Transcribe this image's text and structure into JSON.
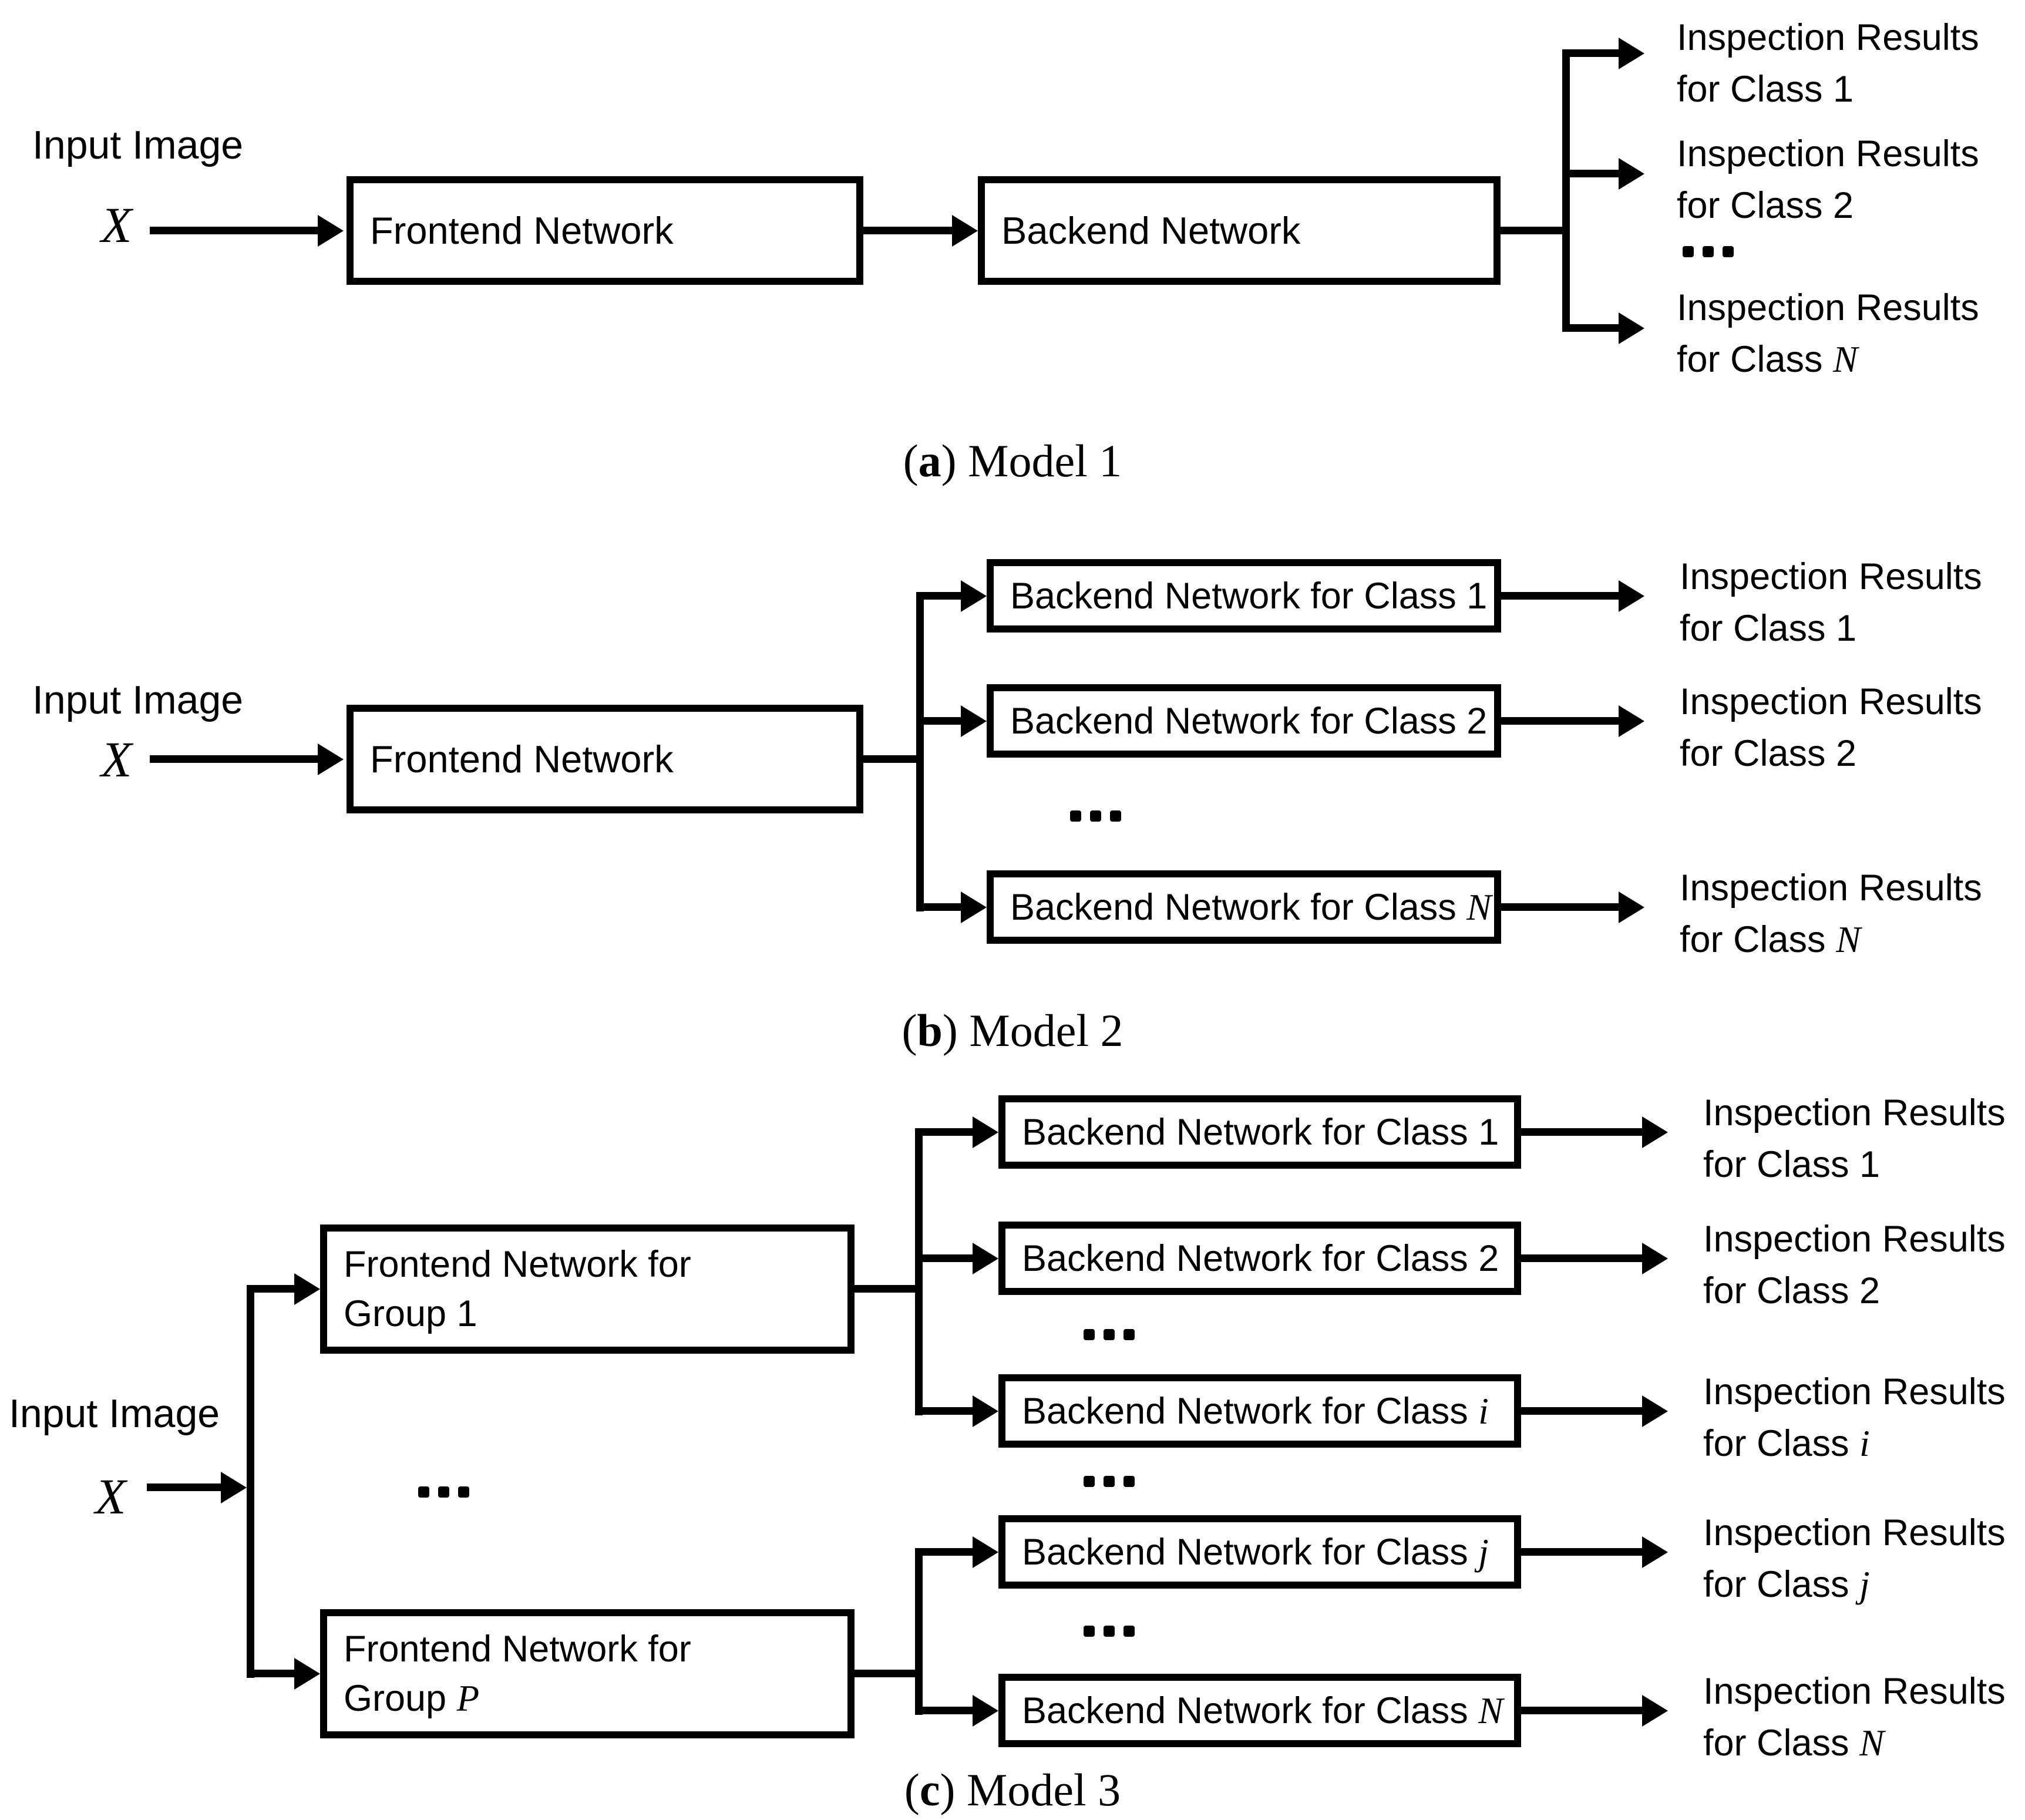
{
  "figure": {
    "background": "#ffffff",
    "ink": "#000000"
  },
  "symbols": {
    "paren_open": "(",
    "paren_close": ")",
    "ellipsis": "..."
  },
  "models": {
    "a": {
      "input": {
        "label": "Input Image",
        "variable": "X"
      },
      "frontend_box": {
        "text": "Frontend Network"
      },
      "backend_box": {
        "text": "Backend Network"
      },
      "outputs": [
        {
          "line1": "Inspection Results",
          "line2": "for Class 1",
          "variable": ""
        },
        {
          "line1": "Inspection Results",
          "line2": "for Class 2",
          "variable": ""
        },
        {
          "line1": "Inspection Results",
          "line2": "for Class ",
          "variable": "N"
        }
      ],
      "caption": {
        "letter": "a",
        "title": " Model 1"
      }
    },
    "b": {
      "input": {
        "label": "Input Image",
        "variable": "X"
      },
      "frontend_box": {
        "text": "Frontend Network"
      },
      "backend_boxes": [
        {
          "text": "Backend Network for Class 1",
          "variable": ""
        },
        {
          "text": "Backend Network for Class 2",
          "variable": ""
        },
        {
          "text": "Backend Network for Class ",
          "variable": "N"
        }
      ],
      "outputs": [
        {
          "line1": "Inspection Results",
          "line2": "for Class 1",
          "variable": ""
        },
        {
          "line1": "Inspection Results",
          "line2": "for Class 2",
          "variable": ""
        },
        {
          "line1": "Inspection Results",
          "line2": "for Class ",
          "variable": "N"
        }
      ],
      "caption": {
        "letter": "b",
        "title": " Model 2"
      }
    },
    "c": {
      "input": {
        "label": "Input Image",
        "variable": "X"
      },
      "frontend_boxes": [
        {
          "line1": "Frontend Network for",
          "line2": "Group 1",
          "variable": ""
        },
        {
          "line1": "Frontend Network for",
          "line2": "Group ",
          "variable": "P"
        }
      ],
      "backend_boxes": [
        {
          "text": "Backend Network for Class 1",
          "variable": ""
        },
        {
          "text": "Backend Network for Class 2",
          "variable": ""
        },
        {
          "text": "Backend Network for Class ",
          "variable": "i"
        },
        {
          "text": "Backend Network for Class ",
          "variable": "j"
        },
        {
          "text": "Backend Network for Class ",
          "variable": "N"
        }
      ],
      "outputs": [
        {
          "line1": "Inspection Results",
          "line2": "for Class 1",
          "variable": ""
        },
        {
          "line1": "Inspection Results",
          "line2": "for Class 2",
          "variable": ""
        },
        {
          "line1": "Inspection Results",
          "line2": "for Class ",
          "variable": "i"
        },
        {
          "line1": "Inspection Results",
          "line2": "for Class ",
          "variable": "j"
        },
        {
          "line1": "Inspection Results",
          "line2": "for Class ",
          "variable": "N"
        }
      ],
      "caption": {
        "letter": "c",
        "title": " Model 3"
      }
    }
  }
}
